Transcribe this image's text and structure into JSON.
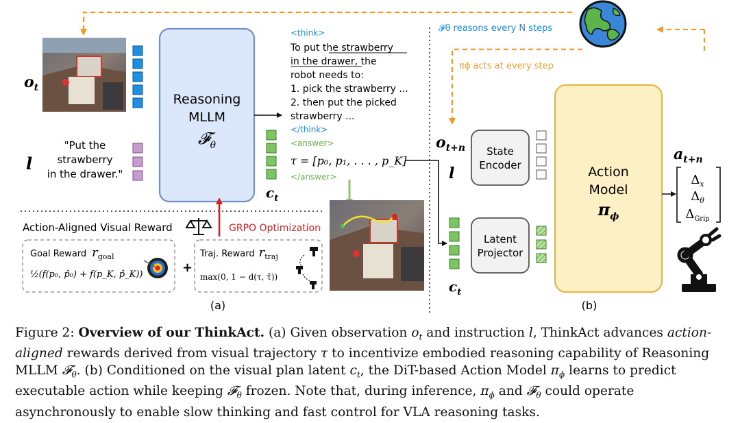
{
  "panel_a": {
    "obs_label": "o",
    "obs_sub": "t",
    "instr_label": "l",
    "instruction_text": [
      "\"Put the",
      "strawberry",
      "in the drawer.\""
    ],
    "mllm_title": [
      "Reasoning",
      "MLLM"
    ],
    "mllm_symbol": "𝓕",
    "mllm_symbol_sub": "θ",
    "think_open": "<think>",
    "think_lines": [
      "To put the strawberry",
      "in the drawer, the",
      "robot needs to:",
      "1. pick the strawberry ...",
      "2. then put the picked",
      "strawberry ..."
    ],
    "think_close": "</think>",
    "answer_open": "<answer>",
    "answer_formula": "τ = [p₀, p₁, . . . , p_K]",
    "answer_close": "</answer>",
    "latent_label": "c",
    "latent_sub": "t",
    "reward_title": "Action-Aligned Visual Reward",
    "grpo_label": "GRPO Optimization",
    "goal_reward_label": "Goal Reward",
    "goal_reward_symbol": "r",
    "goal_reward_sub": "goal",
    "goal_reward_formula": "½(f(p₀, p̂₀) + f(p_K, p̂_K))",
    "plus": "+",
    "traj_reward_label": "Traj. Reward",
    "traj_reward_symbol": "r",
    "traj_reward_sub": "traj",
    "traj_reward_formula": "max(0, 1 − d(τ, τ̂))",
    "panel_label": "(a)"
  },
  "panel_b": {
    "reason_note": "𝓕θ reasons every N steps",
    "act_note": "πϕ acts at every step",
    "obs_label": "o",
    "obs_sub": "t+n",
    "instr_label": "l",
    "state_encoder": [
      "State",
      "Encoder"
    ],
    "latent_projector": [
      "Latent",
      "Projector"
    ],
    "latent_label": "c",
    "latent_sub": "t",
    "action_model": [
      "Action",
      "Model"
    ],
    "action_symbol": "π",
    "action_symbol_sub": "ϕ",
    "action_out_label": "a",
    "action_out_sub": "t+n",
    "delta_x": "Δ",
    "delta_x_sub": "x",
    "delta_theta": "Δ",
    "delta_theta_sub": "θ",
    "delta_grip": "Δ",
    "delta_grip_sub": "Grip",
    "panel_label": "(b)"
  },
  "caption": {
    "fig_label": "Figure 2:",
    "title": "Overview of our ThinkAct.",
    "text_1": "(a) Given observation",
    "text_2": "and instruction",
    "text_3": ", ThinkAct advances",
    "italic_1": "action-aligned",
    "text_4": "rewards derived from visual trajectory",
    "text_5": "to incentivize embodied reasoning capability of Reasoning MLLM",
    "text_6": ". (b) Conditioned on the visual plan latent",
    "text_7": ", the DiT-based Action Model",
    "text_8": "learns to predict executable action while keeping",
    "text_9": "frozen. Note that, during inference,",
    "text_10": "and",
    "text_11": "could operate asynchronously to enable slow thinking and fast control for VLA reasoning tasks.",
    "sym_ot": "o",
    "sym_ot_sub": "t",
    "sym_l": "l",
    "sym_tau": "τ",
    "sym_F": "𝓕",
    "sym_F_sub": "θ",
    "sym_ct": "c",
    "sym_ct_sub": "t",
    "sym_pi": "π",
    "sym_pi_sub": "ϕ"
  },
  "colors": {
    "blue_token": "#1f8fe0",
    "purple_token": "#c79bd0",
    "green_token": "#7dc463",
    "mllm_fill": "#dbe7fa",
    "mllm_border": "#6e8fc9",
    "action_fill": "#fdf0c4",
    "action_border": "#e2b84a",
    "orange": "#f39a22",
    "grpo_red": "#d42121",
    "think_blue": "#1e8cdc",
    "answer_green": "#69b34c",
    "trajectory_yellow": "#f2e52a"
  }
}
